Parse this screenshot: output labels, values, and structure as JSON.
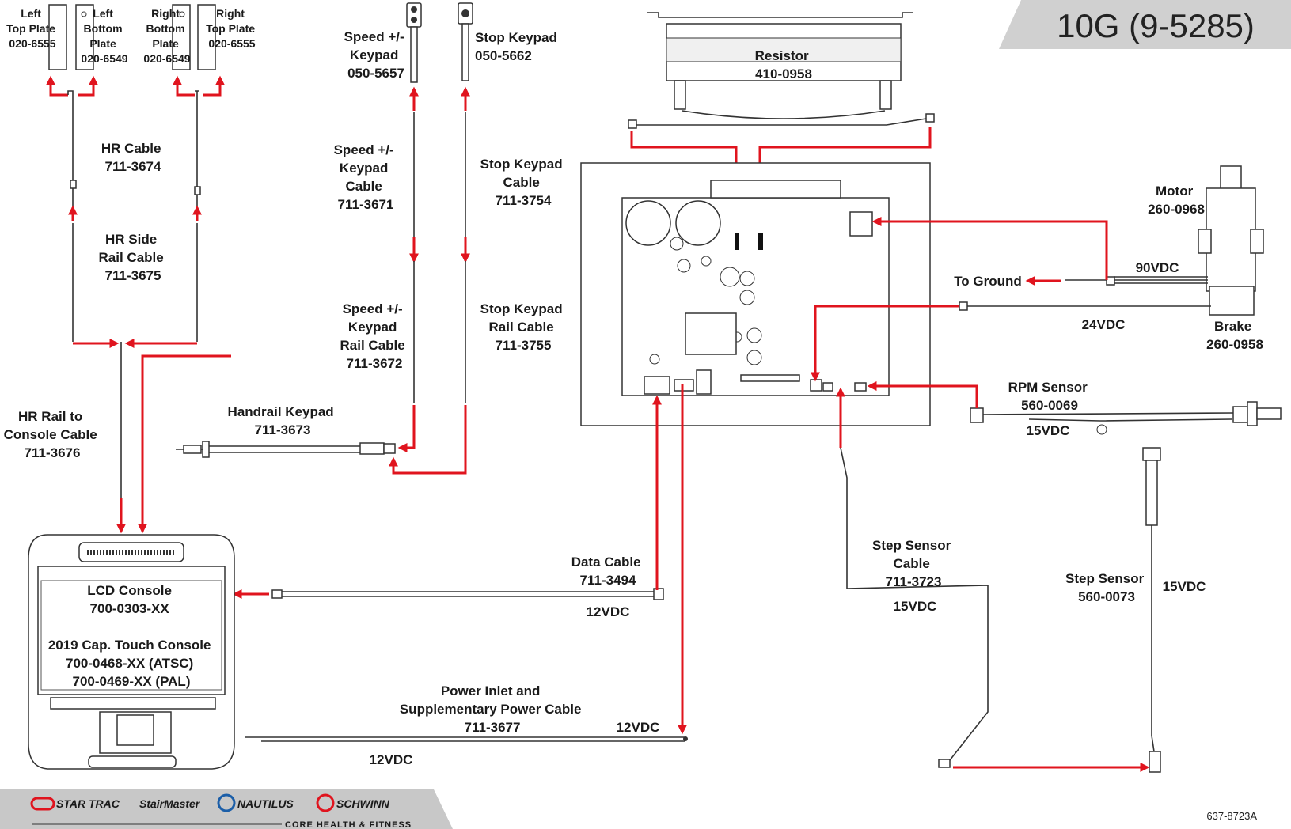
{
  "header": {
    "model_title": "10G (9-5285)",
    "doc_code": "637-8723A"
  },
  "footer": {
    "brands": [
      "STAR TRAC",
      "StairMaster",
      "NAUTILUS",
      "SCHWINN"
    ],
    "corporate": "CORE HEALTH & FITNESS",
    "accent_color": "#c8c8c8"
  },
  "labels": {
    "left_top_plate": [
      "Left",
      "Top Plate",
      "020-6555"
    ],
    "left_bottom_plate": [
      "Left",
      "Bottom",
      "Plate",
      "020-6549"
    ],
    "right_bottom_plate": [
      "Right",
      "Bottom",
      "Plate",
      "020-6549"
    ],
    "right_top_plate": [
      "Right",
      "Top Plate",
      "020-6555"
    ],
    "hr_cable": [
      "HR Cable",
      "711-3674"
    ],
    "hr_side_rail": [
      "HR Side",
      "Rail Cable",
      "711-3675"
    ],
    "hr_rail_console": [
      "HR Rail to",
      "Console Cable",
      "711-3676"
    ],
    "speed_keypad": [
      "Speed +/-",
      "Keypad",
      "050-5657"
    ],
    "speed_keypad_cable": [
      "Speed +/-",
      "Keypad",
      "Cable",
      "711-3671"
    ],
    "speed_keypad_rail": [
      "Speed +/-",
      "Keypad",
      "Rail Cable",
      "711-3672"
    ],
    "stop_keypad": [
      "Stop Keypad",
      "050-5662"
    ],
    "stop_keypad_cable": [
      "Stop Keypad",
      "Cable",
      "711-3754"
    ],
    "stop_keypad_rail": [
      "Stop Keypad",
      "Rail Cable",
      "711-3755"
    ],
    "handrail_keypad": [
      "Handrail Keypad",
      "711-3673"
    ],
    "resistor": [
      "Resistor",
      "410-0958"
    ],
    "motor": [
      "Motor",
      "260-0968"
    ],
    "brake": [
      "Brake",
      "260-0958"
    ],
    "to_ground": "To Ground",
    "v90": "90VDC",
    "v24": "24VDC",
    "rpm_sensor": [
      "RPM Sensor",
      "560-0069"
    ],
    "rpm_v": "15VDC",
    "data_cable": [
      "Data Cable",
      "711-3494"
    ],
    "data_v": "12VDC",
    "lcd_console": [
      "LCD Console",
      "700-0303-XX",
      "",
      "2019 Cap. Touch Console",
      "700-0468-XX (ATSC)",
      "700-0469-XX (PAL)"
    ],
    "power_inlet": [
      "Power Inlet and",
      "Supplementary Power Cable",
      "711-3677"
    ],
    "power_v_right": "12VDC",
    "power_v_bottom": "12VDC",
    "step_sensor_cable": [
      "Step Sensor",
      "Cable",
      "711-3723"
    ],
    "step_cable_v": "15VDC",
    "step_sensor": [
      "Step Sensor",
      "560-0073"
    ],
    "step_sensor_v": "15VDC"
  }
}
